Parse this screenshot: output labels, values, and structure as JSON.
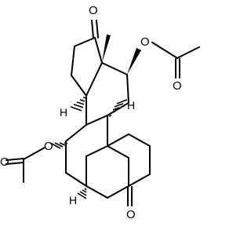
{
  "molecule": {
    "atoms": {
      "ketone_17_o": "O",
      "ketone_3_o": "O",
      "acetoxy_11_o": "O",
      "acetoxy_11_carbonyl_o": "O",
      "acetoxy_7_o": "O",
      "acetoxy_7_carbonyl_o": "O",
      "h_14": "H",
      "h_9": "H",
      "h_5": "H"
    }
  }
}
